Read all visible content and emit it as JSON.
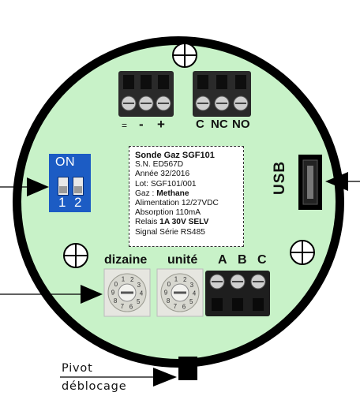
{
  "colors": {
    "board": "#c8f2c8",
    "ring": "#000000",
    "dip_switch": "#1c5cc4"
  },
  "top_terminals": {
    "left_labels": [
      "=",
      "-",
      "+"
    ],
    "right_labels": [
      "C",
      "NC",
      "NO"
    ]
  },
  "dip_switch": {
    "on_label": "ON",
    "numbers": [
      "1",
      "2"
    ]
  },
  "usb_label": "USB",
  "plate": {
    "title": "Sonde Gaz SGF101",
    "serial": "S.N. ED567D",
    "year": "Année 32/2016",
    "lot": "Lot: SGF101/001",
    "gas_prefix": "Gaz :",
    "gas_value": "Methane",
    "power": "Alimentation 12/27VDC",
    "absorption": "Absorption 110mA",
    "relay_prefix": "Relais",
    "relay_value": "1A 30V SELV",
    "signal": "Signal Série RS485"
  },
  "bottom_labels": {
    "tens": "dizaine",
    "units": "unité",
    "a": "A",
    "b": "B",
    "c": "C"
  },
  "rotary_digits": [
    "2",
    "3",
    "4",
    "5",
    "6",
    "7",
    "8",
    "9",
    "0",
    "1"
  ],
  "pivot": {
    "line1": "Pivot",
    "line2": "déblocage"
  }
}
